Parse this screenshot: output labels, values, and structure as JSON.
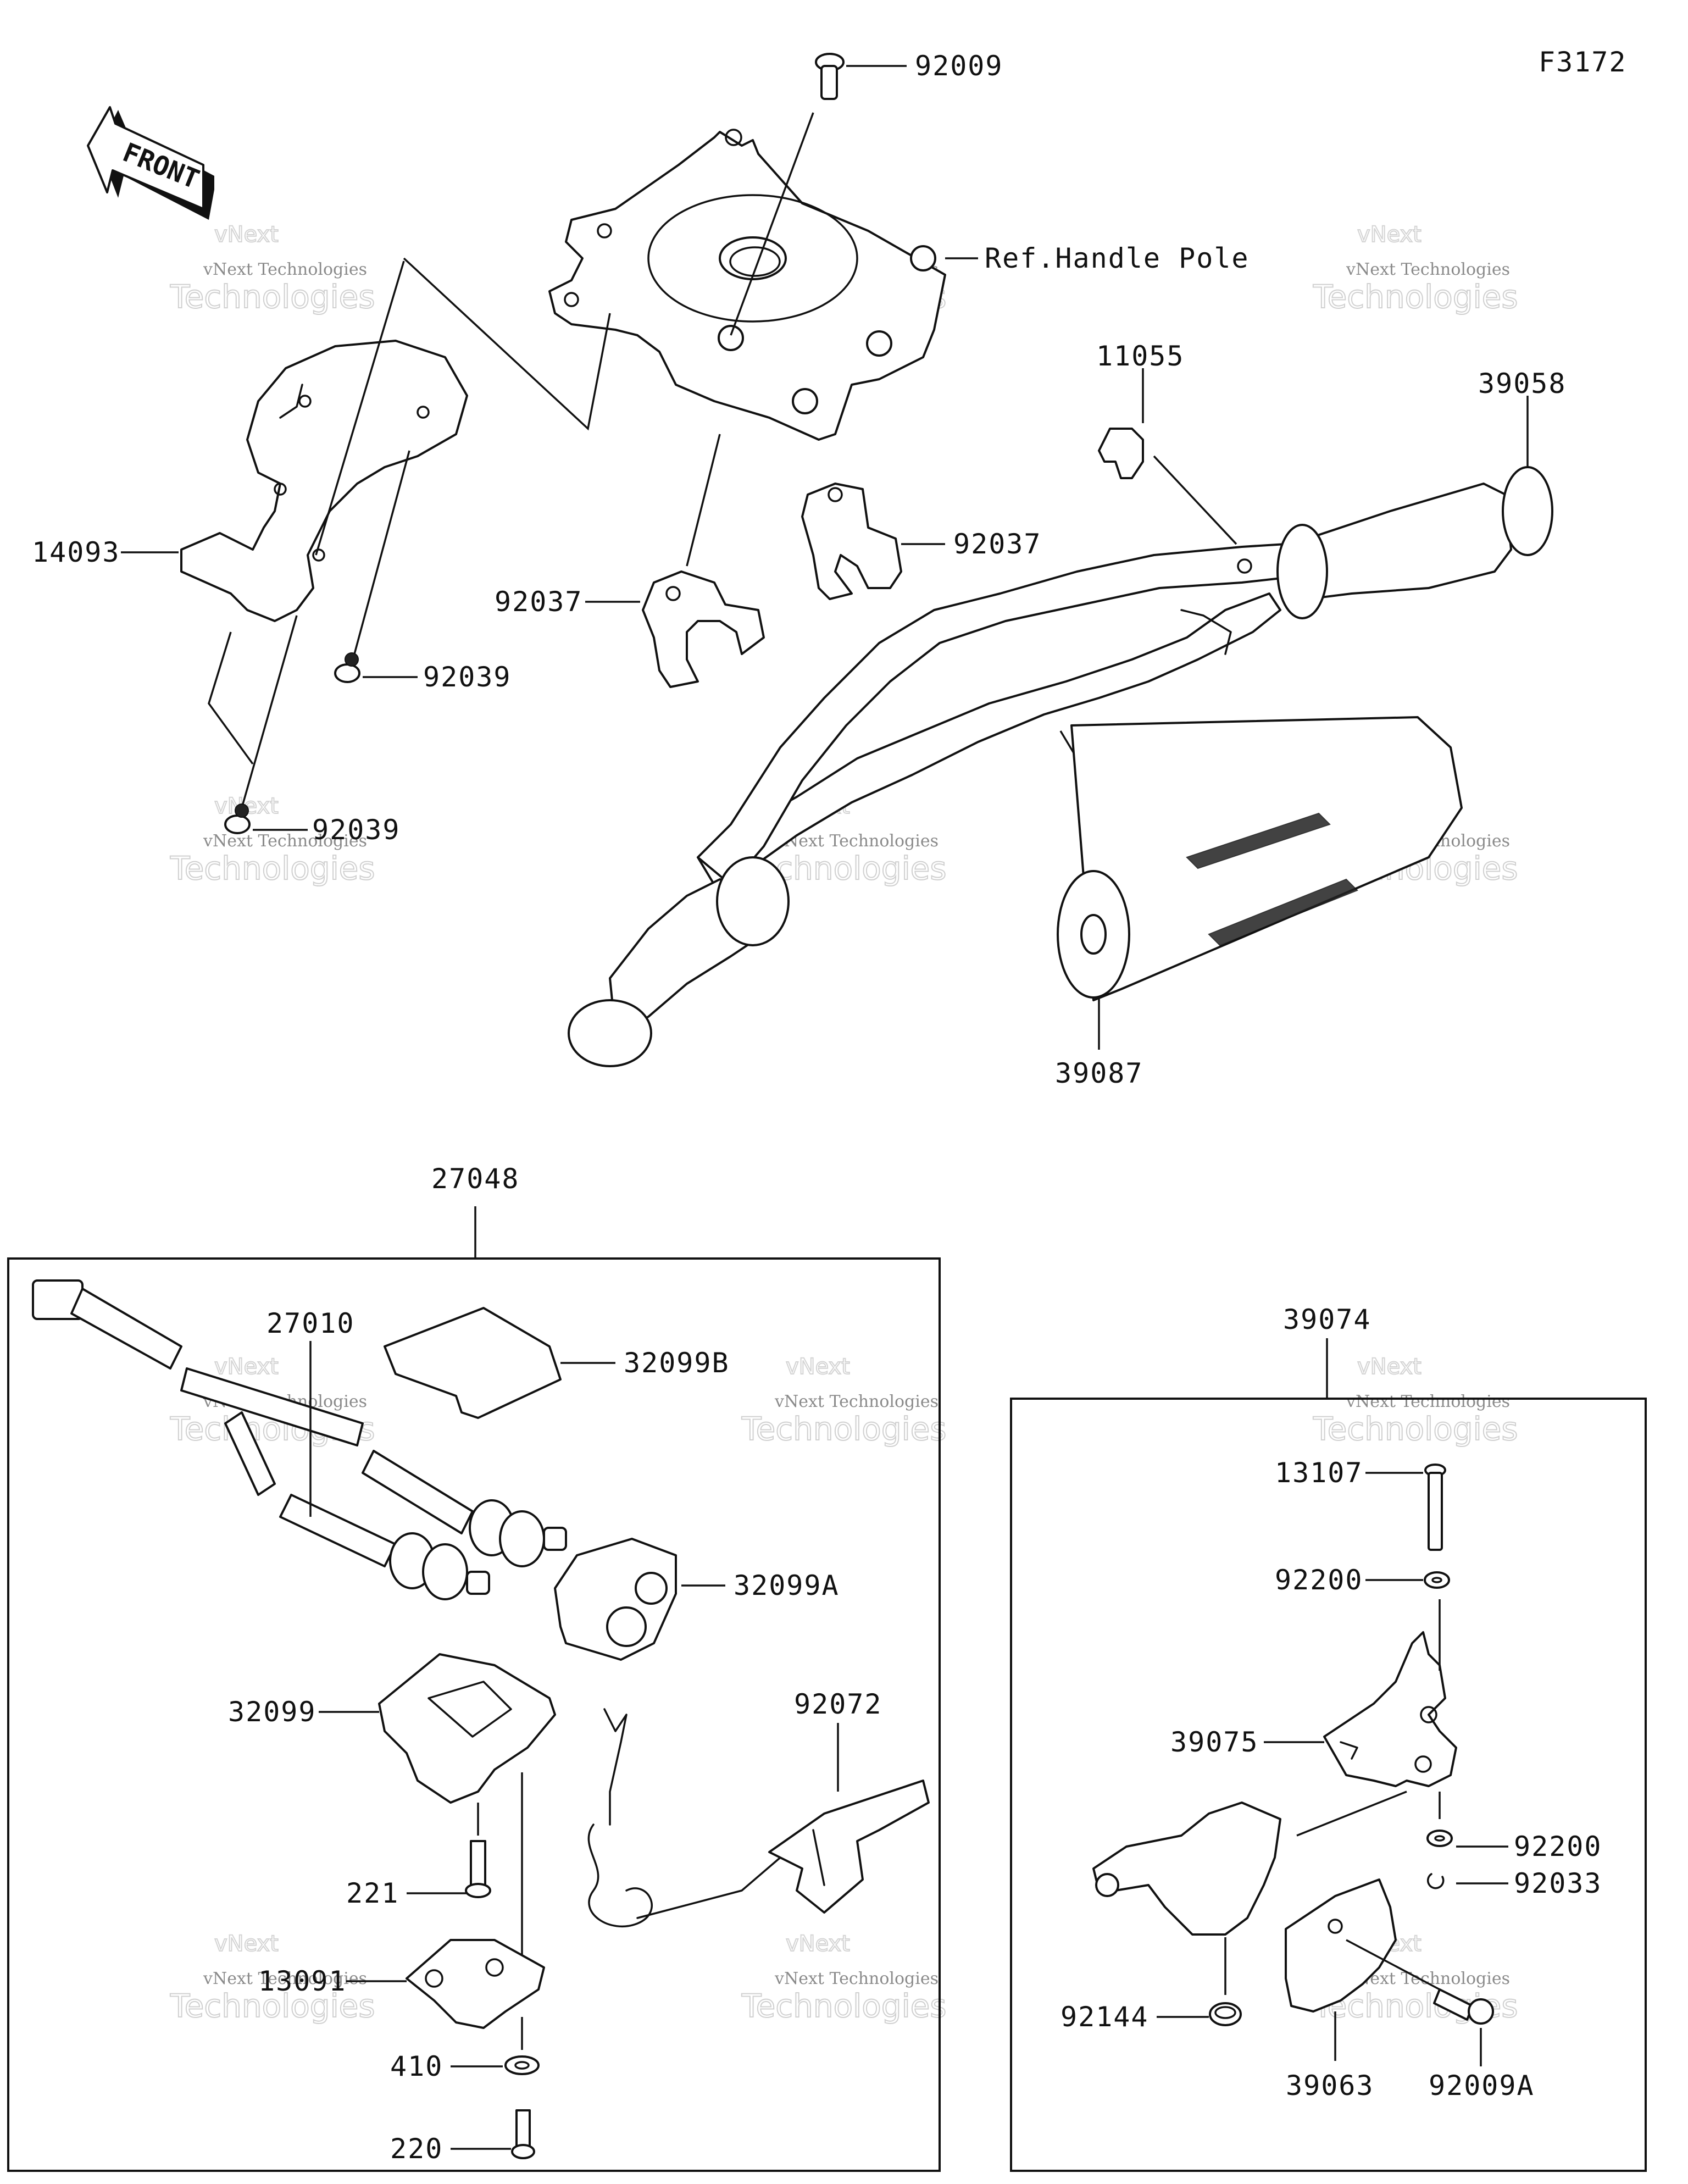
{
  "diagram_code": "F3172",
  "front_label": "FRONT",
  "ref_label": "Ref.Handle Pole",
  "watermark": {
    "small": "vNext Technologies",
    "large": "Technologies",
    "logo": "vNext"
  },
  "parts": {
    "p92009": "92009",
    "p11055": "11055",
    "p39058": "39058",
    "p14093": "14093",
    "p92037_left": "92037",
    "p92037_right": "92037",
    "p92039_a": "92039",
    "p92039_b": "92039",
    "p39087": "39087",
    "p27048": "27048",
    "p27010": "27010",
    "p32099B": "32099B",
    "p32099A": "32099A",
    "p32099": "32099",
    "p92072": "92072",
    "p221": "221",
    "p13091": "13091",
    "p410": "410",
    "p220": "220",
    "p39074": "39074",
    "p13107": "13107",
    "p92200_a": "92200",
    "p39075": "39075",
    "p92200_b": "92200",
    "p92033": "92033",
    "p92144": "92144",
    "p39063": "39063",
    "p92009A": "92009A"
  }
}
